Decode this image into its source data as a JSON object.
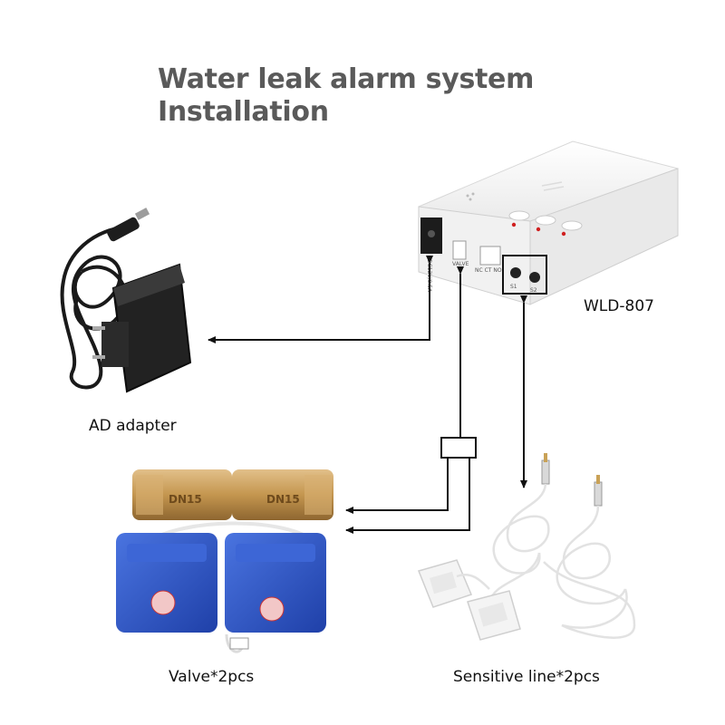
{
  "title": {
    "line1": "Water leak alarm system",
    "line2": "Installation"
  },
  "components": {
    "adapter": "AD adapter",
    "controller": "WLD-807",
    "valve": "Valve*2pcs",
    "sensor": "Sensitive line*2pcs"
  },
  "controller_ports": {
    "power": "DC12V/0.5A",
    "valve": "VALVE",
    "relay": "NC  CT  NO",
    "sensor_port_1": "S1",
    "sensor_port_2": "S2"
  },
  "valve_marking": "DN15",
  "colors": {
    "title": "#5a5a5a",
    "text": "#111111",
    "arrow": "#111111",
    "controller_body": "#f4f4f4",
    "valve_brass": "#c79a55",
    "actuator_blue": "#2f57c9"
  },
  "icons": [
    "power-adapter",
    "controller-box",
    "motorized-valve",
    "leak-sensor-cable"
  ]
}
